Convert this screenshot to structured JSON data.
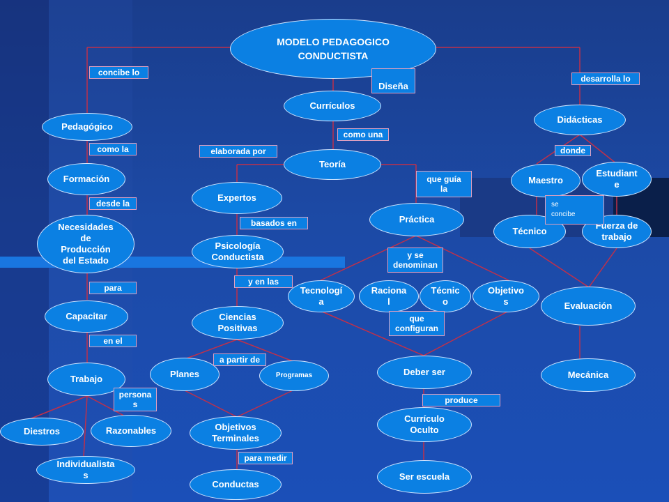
{
  "colors": {
    "node_fill": "#0b80e3",
    "line": "#c0304a",
    "background": "#1c4aa6"
  },
  "nodes": {
    "main": "MODELO  PEDAGOGICO\nCONDUCTISTA",
    "curriculos": "Currículos",
    "pedagogico": "Pedagógico",
    "didacticas": "Didácticas",
    "formacion": "Formación",
    "teoria": "Teoría",
    "maestro": "Maestro",
    "estudiante": "Estudiant\ne",
    "expertos": "Expertos",
    "practica": "Práctica",
    "necesidades": "Necesidades\nde\nProducción\ndel Estado",
    "psicologia": "Psicología\nConductista",
    "tecnico_right": "Técnico",
    "fuerza": "Fuerza de\ntrabajo",
    "tecnologia": "Tecnologí\na",
    "racional": "Raciona\nl",
    "tecnico_mid": "Técnic\no",
    "objetivos": "Objetivo\ns",
    "evaluacion": "Evaluación",
    "capacitar": "Capacitar",
    "ciencias": "Ciencias\nPositivas",
    "planes": "Planes",
    "programas": "Programas",
    "deber_ser": "Deber ser",
    "trabajo": "Trabajo",
    "mecanica": "Mecánica",
    "diestros": "Diestros",
    "razonables": "Razonables",
    "objetivos_terminales": "Objetivos\nTerminales",
    "curriculo_oculto": "Currículo\nOculto",
    "individualistas": "Individualista\ns",
    "conductas": "Conductas",
    "ser_escuela": "Ser escuela"
  },
  "labels": {
    "concibe_lo": "concibe lo",
    "disena": "Diseña",
    "desarrolla_lo": "desarrolla lo",
    "como_una": "como una",
    "como_la": "como la",
    "elaborada_por": "elaborada por",
    "donde": "donde",
    "que_guia_la": "que guía\nla",
    "desde_la": "desde la",
    "se_concibe": "se\nconcibe",
    "basados_en": "basados en",
    "y_se_denominan": "y se\ndenominan",
    "y_en_las": "y en las",
    "para": "para",
    "que_configuran": "que\nconfiguran",
    "en_el": "en el",
    "a_partir_de": "a partir de",
    "personas": "persona\ns",
    "produce": "produce",
    "para_medir": "para medir"
  }
}
